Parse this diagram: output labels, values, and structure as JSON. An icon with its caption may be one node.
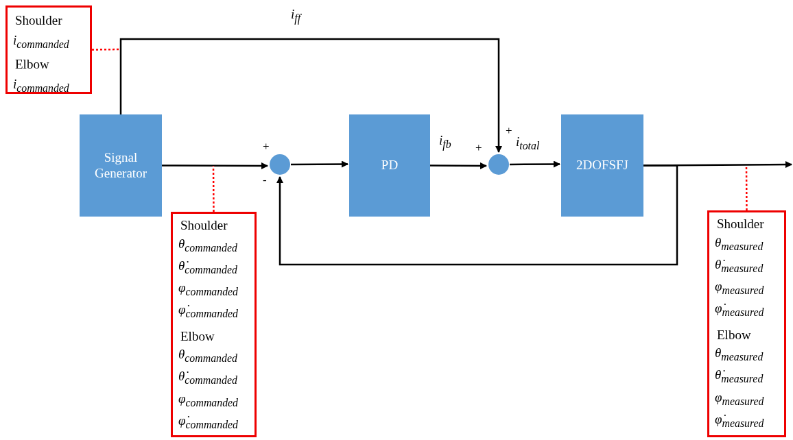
{
  "diagram": {
    "nodes": [
      {
        "text": [
          "Signal Generator"
        ]
      },
      {
        "text": [],
        "shape": "circle",
        "beside": [
          "+",
          "-"
        ]
      },
      {
        "text": [
          "PD"
        ]
      },
      {
        "text": [],
        "shape": "circle",
        "beside": [
          "+",
          "+"
        ]
      },
      {
        "text": [
          "2DOFSFJ"
        ]
      },
      {
        "text": [
          "Shoulder",
          "i$_{commanded}$",
          "Elbow",
          "i$_{commanded}$"
        ]
      },
      {
        "text": [
          "Shoulder",
          "θ$_{commanded}$",
          "θ̇$_{commanded}$",
          "φ$_{commanded}$",
          "φ̇$_{commanded}$",
          "Elbow",
          "θ$_{commanded}$",
          "θ̇$_{commanded}$",
          "φ$_{commanded}$",
          "φ̇$_{commanded}$"
        ]
      },
      {
        "text": [
          "Shoulder",
          "θ$_{measured}$",
          "θ̇$_{measured}$",
          "φ$_{measured}$",
          "φ̇$_{measured}$",
          "Elbow",
          "θ$_{measured}$",
          "θ̇$_{measured}$",
          "φ$_{measured}$",
          "φ̇$_{measured}$"
        ]
      }
    ],
    "edges": [
      {
        "from": 0,
        "to": 3,
        "arrow": "to",
        "label": "i$_{ff}$"
      },
      {
        "from": 0,
        "to": 1,
        "arrow": "to"
      },
      {
        "from": 1,
        "to": 2,
        "arrow": "to"
      },
      {
        "from": 2,
        "to": 3,
        "arrow": "to",
        "label": "i$_{fb}$"
      },
      {
        "from": 3,
        "to": 4,
        "arrow": "to",
        "label": "i$_{total}$"
      },
      {
        "from": 4,
        "to": null,
        "arrow": "to"
      },
      {
        "from": 4,
        "to": 1,
        "arrow": "to"
      },
      {
        "from": 5,
        "to": null,
        "arrow": "none",
        "style": "dashed",
        "color": "#ff0000"
      },
      {
        "from": 6,
        "to": null,
        "arrow": "none",
        "style": "dashed",
        "color": "#ff0000"
      },
      {
        "from": 7,
        "to": null,
        "arrow": "none",
        "style": "dashed",
        "color": "#ff0000"
      }
    ]
  }
}
